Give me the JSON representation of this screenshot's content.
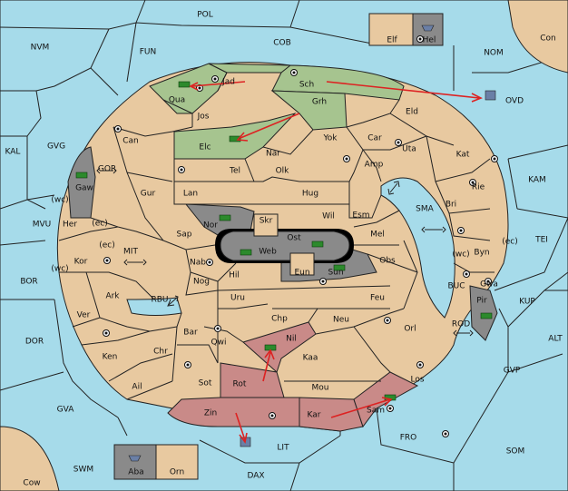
{
  "colors": {
    "sea": "#a6dbea",
    "land": "#e8c9a0",
    "owned_green": "#a6c48f",
    "owned_pink": "#c98a88",
    "neutral_grey": "#8a8a8a",
    "order_arrow": "#dd2222",
    "army_unit": "#2c8a2c"
  },
  "sea_labels": {
    "POL": "POL",
    "NVM": "NVM",
    "FUN": "FUN",
    "COB": "COB",
    "NOM": "NOM",
    "Con": "Con",
    "OVD": "OVD",
    "KAL": "KAL",
    "GVG": "GVG",
    "GOR": "GOR",
    "MVU": "MVU",
    "BOR": "BOR",
    "MIT": "MIT",
    "RBU": "RBU",
    "DOR": "DOR",
    "GVA": "GVA",
    "SWM": "SWM",
    "Cow": "Cow",
    "DAX": "DAX",
    "LIT": "LIT",
    "FRO": "FRO",
    "SOM": "SOM",
    "GVP": "GVP",
    "ALT": "ALT",
    "KUP": "KUP",
    "TEI": "TEI",
    "KAM": "KAM",
    "SMA": "SMA",
    "BUC": "BUC",
    "ROD": "ROD",
    "Elf": "Elf",
    "Hel": "Hel",
    "Aba": "Aba",
    "Orn": "Orn"
  },
  "land_labels": {
    "Jad": "Jad",
    "Sch": "Sch",
    "Qua": "Qua",
    "Jos": "Jos",
    "Grh": "Grh",
    "Eld": "Eld",
    "Can": "Can",
    "Elc": "Elc",
    "Nar": "Nar",
    "Yok": "Yok",
    "Car": "Car",
    "Uta": "Uta",
    "Kat": "Kat",
    "Tel": "Tel",
    "Olk": "Olk",
    "Amp": "Amp",
    "Gaw": "Gaw",
    "Gur": "Gur",
    "Lan": "Lan",
    "Hug": "Hug",
    "Rie": "Rie",
    "Bri": "Bri",
    "Wil": "Wil",
    "Esm": "Esm",
    "Nor": "Nor",
    "Skr": "Skr",
    "Sap": "Sap",
    "Ost": "Ost",
    "Web": "Web",
    "Mel": "Mel",
    "Her": "Her",
    "ec1": "(ec)",
    "wc1": "(wc)",
    "ec2": "(ec)",
    "Kor": "Kor",
    "wc2": "(wc)",
    "Nab": "Nab",
    "Eun": "Eun",
    "Obs": "Obs",
    "Sun": "Sun",
    "Byn": "Byn",
    "ec3": "(ec)",
    "wc3": "(wc)",
    "Hil": "Hil",
    "Gwa": "Gwa",
    "Nog": "Nog",
    "Ark": "Ark",
    "Uru": "Uru",
    "Feu": "Feu",
    "Pir": "Pir",
    "Ver": "Ver",
    "Chp": "Chp",
    "Neu": "Neu",
    "Orl": "Orl",
    "Bar": "Bar",
    "Qwi": "Qwi",
    "Nil": "Nil",
    "Chr": "Chr",
    "Ken": "Ken",
    "Kaa": "Kaa",
    "Rot": "Rot",
    "Sot": "Sot",
    "Los": "Los",
    "Ail": "Ail",
    "Mou": "Mou",
    "Zin": "Zin",
    "Kar": "Kar",
    "Sam": "Sam"
  }
}
